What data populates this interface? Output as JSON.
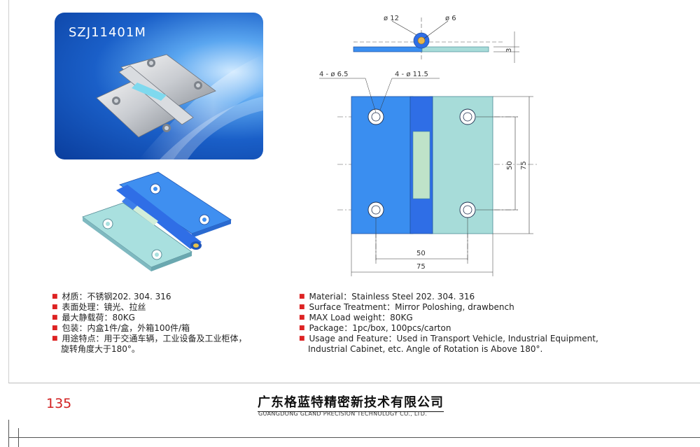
{
  "product": {
    "model": "SZJ11401M"
  },
  "drawing": {
    "labels": {
      "pin_dia": "ø 12",
      "bore_dia": "ø 6",
      "thickness": "3",
      "holes_small": "4 - ø 6.5",
      "holes_large": "4 - ø 11.5",
      "hole_spacing_v": "50",
      "height": "75",
      "hole_spacing_h": "50",
      "width": "75"
    },
    "colors": {
      "leaf_left": "#3a8ef0",
      "leaf_right": "#a7dcd9",
      "knuckle": "#2f6ee6",
      "pin": "#bfe3c9"
    }
  },
  "specs_cn": [
    "材质：不锈钢202. 304. 316",
    "表面处理：镜光、拉丝",
    "最大静载荷：80KG",
    "包装：内盒1件/盒，外箱100件/箱"
  ],
  "specs_cn_last": {
    "line1": "用途特点：用于交通车辆，工业设备及工业柜体，",
    "line2": "旋转角度大于180°。"
  },
  "specs_en": [
    "Material：Stainless Steel 202. 304. 316",
    "Surface Treatment：Mirror Poloshing, drawbench",
    "MAX Load weight：80KG",
    "Package：1pc/box, 100pcs/carton"
  ],
  "specs_en_last": {
    "line1": "Usage and Feature：Used in Transport Vehicle, Industrial Equipment,",
    "line2": "Industrial Cabinet, etc. Angle of Rotation is Above 180°."
  },
  "footer": {
    "page_number": "135",
    "company_cn": "广东格蓝特精密新技术有限公司",
    "company_en": "GUANGDONG GLAND PRECISION TECHNOLOGY CO., LTD."
  }
}
